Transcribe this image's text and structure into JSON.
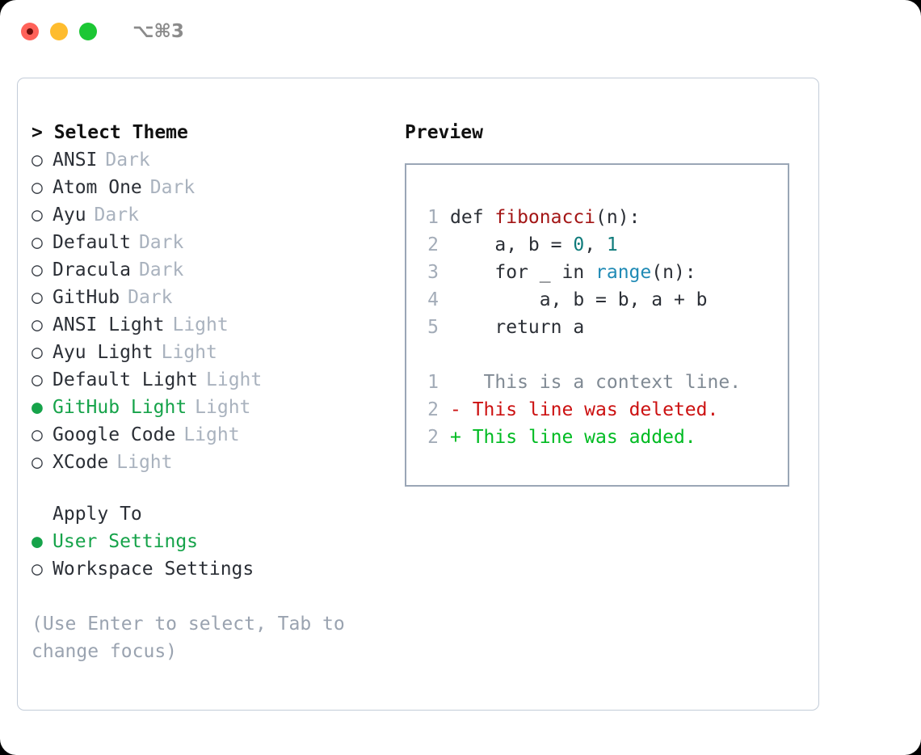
{
  "titlebar": {
    "shortcut": "⌥⌘3",
    "buttons": [
      {
        "name": "close",
        "color": "#ff6259"
      },
      {
        "name": "minimize",
        "color": "#febc2e"
      },
      {
        "name": "zoom",
        "color": "#1cc734"
      }
    ]
  },
  "theme_picker": {
    "header": "> Select Theme",
    "marker_unselected": "○",
    "marker_selected": "●",
    "items": [
      {
        "marker": "○",
        "name": "ANSI",
        "tag": "Dark",
        "selected": false
      },
      {
        "marker": "○",
        "name": "Atom One",
        "tag": "Dark",
        "selected": false
      },
      {
        "marker": "○",
        "name": "Ayu",
        "tag": "Dark",
        "selected": false
      },
      {
        "marker": "○",
        "name": "Default",
        "tag": "Dark",
        "selected": false
      },
      {
        "marker": "○",
        "name": "Dracula",
        "tag": "Dark",
        "selected": false
      },
      {
        "marker": "○",
        "name": "GitHub",
        "tag": "Dark",
        "selected": false
      },
      {
        "marker": "○",
        "name": "ANSI Light",
        "tag": "Light",
        "selected": false
      },
      {
        "marker": "○",
        "name": "Ayu Light",
        "tag": "Light",
        "selected": false
      },
      {
        "marker": "○",
        "name": "Default Light",
        "tag": "Light",
        "selected": false
      },
      {
        "marker": "●",
        "name": "GitHub Light",
        "tag": "Light",
        "selected": true
      },
      {
        "marker": "○",
        "name": "Google Code",
        "tag": "Light",
        "selected": false
      },
      {
        "marker": "○",
        "name": "XCode",
        "tag": "Light",
        "selected": false
      }
    ]
  },
  "apply_to": {
    "header": "Apply To",
    "items": [
      {
        "marker": "●",
        "name": "User Settings",
        "selected": true
      },
      {
        "marker": "○",
        "name": "Workspace Settings",
        "selected": false
      }
    ]
  },
  "hint": "(Use Enter to select, Tab to change focus)",
  "preview": {
    "title": "Preview",
    "code_lines": [
      {
        "lno": "1",
        "segments": [
          {
            "text": "def ",
            "style": "plain"
          },
          {
            "text": "fibonacci",
            "style": "fn"
          },
          {
            "text": "(n):",
            "style": "plain"
          }
        ]
      },
      {
        "lno": "2",
        "segments": [
          {
            "text": "    a, b = ",
            "style": "plain"
          },
          {
            "text": "0",
            "style": "num"
          },
          {
            "text": ", ",
            "style": "plain"
          },
          {
            "text": "1",
            "style": "num"
          }
        ]
      },
      {
        "lno": "3",
        "segments": [
          {
            "text": "    for _ in ",
            "style": "plain"
          },
          {
            "text": "range",
            "style": "builtin"
          },
          {
            "text": "(n):",
            "style": "plain"
          }
        ]
      },
      {
        "lno": "4",
        "segments": [
          {
            "text": "        a, b = b, a + b",
            "style": "plain"
          }
        ]
      },
      {
        "lno": "5",
        "segments": [
          {
            "text": "    return a",
            "style": "plain"
          }
        ]
      }
    ],
    "diff_lines": [
      {
        "lno": "1",
        "sign": " ",
        "text": "  This is a context line.",
        "kind": "context"
      },
      {
        "lno": "2",
        "sign": "-",
        "text": " This line was deleted.",
        "kind": "deleted"
      },
      {
        "lno": "2",
        "sign": "+",
        "text": " This line was added.",
        "kind": "added"
      }
    ]
  },
  "colors": {
    "selected_green": "#16a34a",
    "tag_gray": "#a9b2be",
    "hint_gray": "#9aa3b0",
    "code_fn_red": "#a31515",
    "code_num_teal": "#0f7b7b",
    "code_builtin_blue": "#1f8ab5",
    "diff_deleted": "#cc1111",
    "diff_added": "#00bb22",
    "panel_border": "#c3ccd8",
    "preview_border": "#9aa6b6"
  }
}
